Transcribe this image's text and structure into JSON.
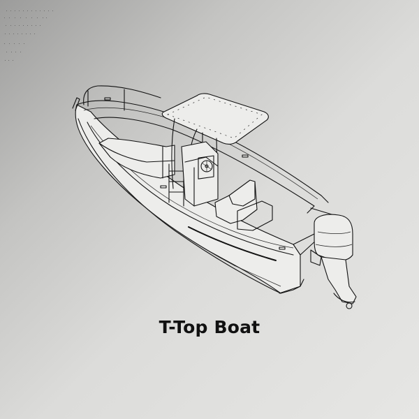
{
  "caption": {
    "title": "T-Top Boat"
  },
  "illustration": {
    "subject": "boat-line-drawing",
    "parts": [
      "hull",
      "bow-rail",
      "t-top-canopy",
      "center-console",
      "steering-wheel",
      "ladder",
      "leaning-post-seat",
      "bow-seating",
      "outboard-motor"
    ],
    "stroke_color": "#111111"
  },
  "background": {
    "gradient_start": "#9c9c9b",
    "gradient_end": "#e6e6e4",
    "dot_pattern_color": "#6e6e6d"
  }
}
